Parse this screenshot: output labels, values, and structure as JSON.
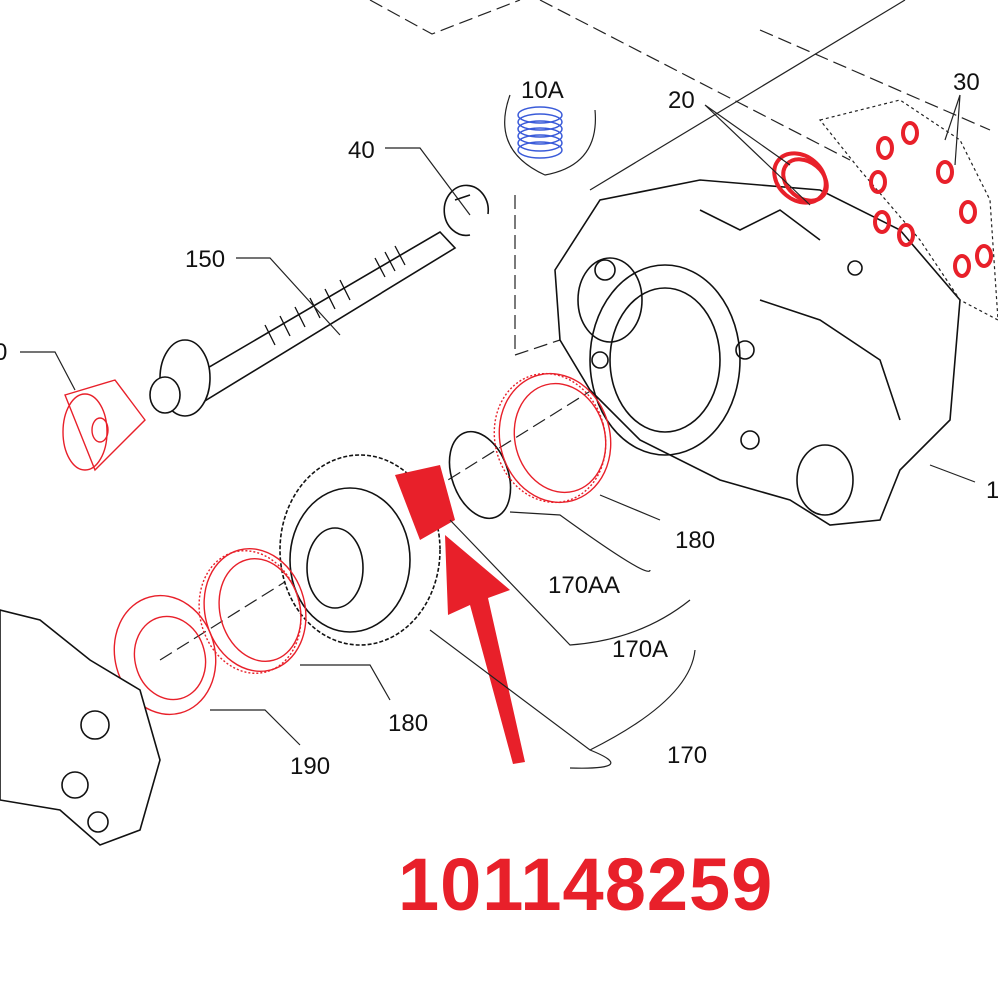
{
  "diagram": {
    "callouts": {
      "c10a": "10A",
      "c20": "20",
      "c30": "30",
      "c40": "40",
      "c150": "150",
      "c160_partial": "0",
      "c1_partial": "1",
      "c180_upper": "180",
      "c170aa": "170AA",
      "c170a": "170A",
      "c170": "170",
      "c180_lower": "180",
      "c190": "190"
    },
    "part_number": "101148259",
    "colors": {
      "highlight": "#e8202a",
      "spring": "#3a5bd9",
      "line": "#111111"
    }
  }
}
